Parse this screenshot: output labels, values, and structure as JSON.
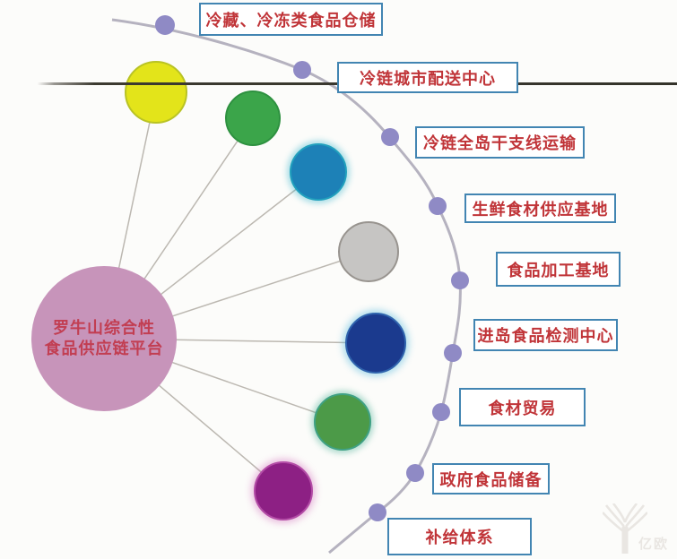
{
  "diagram": {
    "hub": {
      "title_line1": "罗牛山综合性",
      "title_line2": "食品供应链平台",
      "color": "#c794ba",
      "text_color": "#c23e52"
    },
    "labels": [
      {
        "text": "冷藏、冷冻类食品仓储"
      },
      {
        "text": "冷链城市配送中心"
      },
      {
        "text": "冷链全岛干支线运输"
      },
      {
        "text": "生鲜食材供应基地"
      },
      {
        "text": "食品加工基地"
      },
      {
        "text": "进岛食品检测中心"
      },
      {
        "text": "食材贸易"
      },
      {
        "text": "政府食品储备"
      },
      {
        "text": "补给体系"
      }
    ],
    "label_style": {
      "text_color": "#c03438",
      "border_color": "#4285b2"
    },
    "nodes": [
      {
        "name": "yellow-node",
        "color": "#e3e41a",
        "border": "#b9c324"
      },
      {
        "name": "green-node",
        "color": "#3ba54a",
        "border": "#2e9140"
      },
      {
        "name": "blue-node",
        "color": "#1d81b7",
        "border": "#21a0bd"
      },
      {
        "name": "gray-node",
        "color": "#c6c5c3",
        "border": "#98948f"
      },
      {
        "name": "navy-node",
        "color": "#1b3a8e",
        "border": "#2f63ad"
      },
      {
        "name": "teal-green-node",
        "color": "#4c9a48",
        "border": "#3fa184"
      },
      {
        "name": "magenta-node",
        "color": "#8d2084",
        "border": "#b34ca6"
      }
    ],
    "arc_color": "#b5b2bf",
    "dot_color": "#8f8ac5",
    "spoke_color": "#bcb8b1",
    "divider_color": "#3c3a30",
    "watermark": {
      "text": "亿欧",
      "color": "#e9e6e2"
    }
  }
}
